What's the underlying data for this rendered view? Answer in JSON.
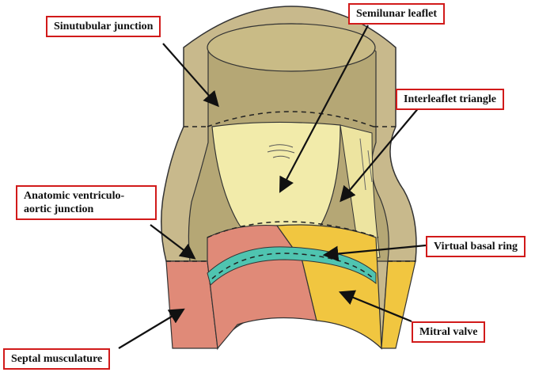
{
  "labels": {
    "sinutubular_junction": "Sinutubular junction",
    "semilunar_leaflet": "Semilunar leaflet",
    "interleaflet_triangle": "Interleaflet triangle",
    "anatomic_vaj_line1": "Anatomic ventriculo-",
    "anatomic_vaj_line2": "aortic junction",
    "virtual_basal_ring": "Virtual basal ring",
    "mitral_valve": "Mitral valve",
    "septal_musculature": "Septal musculature"
  },
  "colors": {
    "wall": "#c8b98c",
    "wall_dark": "#a89a6e",
    "inner_wall": "#b5a775",
    "leaflet": "#f2ebaa",
    "septal": "#e08a78",
    "mitral": "#f1c640",
    "basal_ring": "#4fc4b0",
    "label_border": "#d11a1a"
  }
}
